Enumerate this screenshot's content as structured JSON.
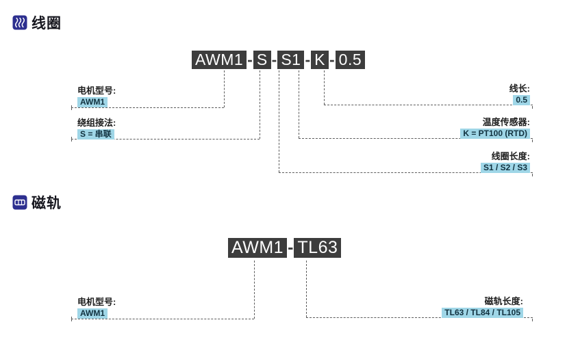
{
  "page": {
    "background": "#ffffff",
    "accent_blue": "#2d2f8f",
    "highlight_color": "#9fd6e7",
    "code_box_color": "#3d3d3d",
    "line_color": "#5b5b5b"
  },
  "sections": [
    {
      "id": "coil",
      "header": "线圈",
      "icon": "coil-icon",
      "model_code": {
        "segments": [
          "AWM1",
          "S",
          "S1",
          "K",
          "0.5"
        ],
        "separator": "-"
      },
      "callouts": [
        {
          "side": "left",
          "label": "电机型号:",
          "value": "AWM1"
        },
        {
          "side": "left",
          "label": "绕组接法:",
          "value": "S = 串联"
        },
        {
          "side": "right",
          "label": "线长:",
          "value": "0.5"
        },
        {
          "side": "right",
          "label": "温度传感器:",
          "value": "K = PT100 (RTD)"
        },
        {
          "side": "right",
          "label": "线圈长度:",
          "value": "S1 / S2 / S3"
        }
      ]
    },
    {
      "id": "track",
      "header": "磁轨",
      "icon": "magnet-track-icon",
      "model_code": {
        "segments": [
          "AWM1",
          "TL63"
        ],
        "separator": "-"
      },
      "callouts": [
        {
          "side": "left",
          "label": "电机型号:",
          "value": "AWM1"
        },
        {
          "side": "right",
          "label": "磁轨长度:",
          "value": "TL63 / TL84 / TL105"
        }
      ]
    }
  ]
}
